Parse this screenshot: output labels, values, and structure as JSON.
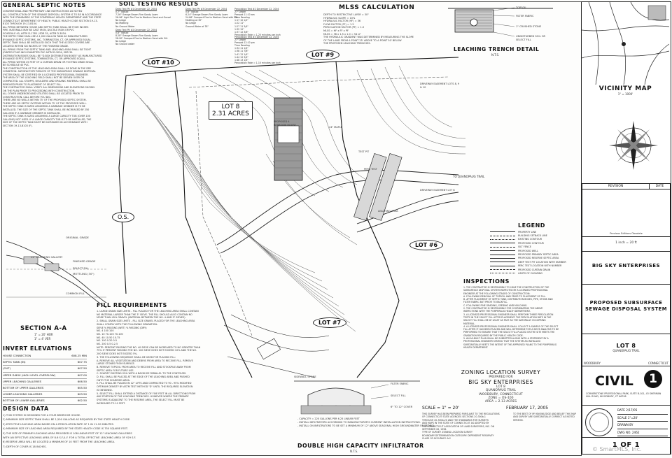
{
  "general_notes": {
    "title": "GENERAL SEPTIC NOTES",
    "lines": [
      "CONVENTIONAL AND PROPRIETARY LINE INSTRUCTIONS AS NOTED",
      "ALL CONSTRUCTION OF THE SEWAGE DISPOSAL SYSTEM IS TO BE IN ACCORDANCE",
      "WITH THE STANDARDS OF THE POMPERAUG HEALTH DEPARTMENT AND THE STATE",
      "CONNECTICUT DEPARTMENT OF HEALTH, PUBLIC HEALTH CODE SECTION 19-13-",
      "B103 THROUGH 19-13-B104.",
      "ALL PIPING BETWEEN HOUSE AND SEPTIC TANK SHALL BE FOUR INCHES",
      "PIPE. MATERIALS MAY BE CAST IRON, DUCTILE IRON OR PVC",
      "SCHEDULE 40, ASTM D-1785 / SDR 35, ASTM D-3034.",
      "THE SEPTIC TANK SHALL BE A 1,000 GALLON TANK AS MANUFACTURED",
      "BY NANCE SEPTIC SYSTEMS, INC. TORRINGTON, CT, OR APPROVED EQUAL.",
      "SEPTIC TANK SHALL BE INSTALLED SUCH THAT THE ACCESS COVERS ARE",
      "LOCATED WITHIN SIX INCHES OF THE FINISHED GRADE.",
      "ALL PIPING FROM THE SEPTIC TANK AND LEACHING AREA SHALL BE TIGHT",
      "JOINTED FOUR INCH DIAMETER PVC ASTM D-3034, SDR 35.",
      "DISTRIBUTION BOXES SHALL BE \"D-BOX DISTRIBUTION BOXES\" AS MANUFACTURED",
      "BY NANCE SEPTIC SYSTEMS, TORRINGTON, CT, OR APPROVED EQUAL.",
      "ALL PIPING WITHIN 25 FEET OF A CURTAIN DRAIN OR FOOTING DRAIN SHALL",
      "BE SCHEDULE 40 PVC.",
      "THE CONSTRUCTION OF THE LEACHING AREA SHALL BE DONE IN THE DRY",
      "CONDITION. SATISFACTORY RESULTS OF THE SUBSURFACE SEWAGE DISPOSAL",
      "SYSTEM SHALL BE CERTIFIED BY A LICENSED PROFESSIONAL ENGINEER.",
      "THE AREA OF THE LEACHING FIELD SHALL NOT BE DRIVEN OVER OR",
      "COMPACTED. ALL STUMPS, BOULDERS AND ORGANIC MATERIAL SHALL BE",
      "REMOVED PRIOR TO PLACEMENT OF SELECT FILL.",
      "THE CONTRACTOR SHALL VERIFY ALL DIMENSIONS AND ELEVATIONS SHOWN",
      "ON THE PLAN PRIOR TO PROCEEDING WITH CONSTRUCTION.",
      "ALL OTHER UNDERGROUND UTILITIES SHALL BE LOCATED PRIOR TO",
      "CONSTRUCTION. CALL BEFORE YOU DIG.",
      "THERE ARE NO WELLS WITHIN 75' OF THE PROPOSED SEPTIC SYSTEM.",
      "THERE ARE NO SEPTIC SYSTEMS WITHIN 75' OF THE PROPOSED WELL.",
      "THE SEPTIC TANK IS SIZED ASSUMING A GARBAGE GRINDER IS TO BE",
      "INSTALLED. THE SIZE OF THE SEPTIC TANK SHALL BE INCREASED BY 250",
      "GALLONS IF A GARBAGE GRINDER IS INSTALLED.",
      "THE SEPTIC TANK IS SIZED ASSUMING A LARGE CAPACITY TUB (OVER 100",
      "GALLONS) NOT USED. IF A LARGE CAPACITY TUB IS TO BE INSTALLED, THE",
      "SIZE OF THE SEPTIC TANK MUST BE INCREASED IN ACCORDANCE WITH",
      "SECTION 19-13-B103 (F)."
    ]
  },
  "soil_testing": {
    "title": "SOIL TESTING RESULTS",
    "tests": [
      {
        "head": "Deep Test Pit #1 December 22, 2004",
        "rows": [
          "0-7\" Topsoil",
          "7-26\" Orange Brown Fine Sandy Loam",
          "26-96\" Light Tan Fine to Medium Sand and Gravel",
          "No Ledge",
          "No Mottling",
          "No Ground Water"
        ]
      },
      {
        "head": "Deep Test Pit #2 December 22, 2004",
        "rows": [
          "0-8\" Topsoil",
          "8-28\" Orange Brown Fine Sandy Loam",
          "28-90\" Compact Fine to Medium Sand with Silt",
          "No Ledge",
          "No Ground water"
        ]
      },
      {
        "head": "Deep Test Pit #3 December 22, 2004",
        "rows": [
          "0-6\" Topsoil",
          "6-24\" Orange Brown Fine Sandy Loam",
          "24-86\" Compact Fine to Medium Sand with Silt",
          "Mottling at 30\"",
          "No Ledge",
          "Ground Water at 78\""
        ]
      },
      {
        "head": "Percolation Test #2 December 22, 2004",
        "rows": [
          "27\" Depth",
          "Presoak 11:10 am",
          "Time  Reading",
          "1:17  10 1/2\"",
          "1:22  11\"",
          "1:27  11 3/4\"",
          "1:32  12\"",
          "1:37  12 3/8\"",
          "Percolation Rate = 1-20 minutes per inch"
        ]
      },
      {
        "head": "Percolation Test #3 December 22, 2004",
        "rows": [
          "27\" Depth",
          "Presoak 12:10 pm",
          "Time  Reading",
          "1:34  11 1/4\"",
          "1:38  11 7/8\"",
          "1:41  12 1/4\"",
          "1:44  12 3/4\"",
          "1:48  13 1/4\"",
          "Percolation Rate = 1-10 minutes per inch"
        ]
      }
    ]
  },
  "mlss": {
    "title": "MLSS CALCULATION",
    "lines": [
      "DEPTH TO RESTRICTIVE LAYER = 30\"",
      "HYDRAULIC SLOPE = 10%",
      "HYDRAULIC FACTOR (HF) = 36",
      "FLOW FACTOR (FF) = 1.5",
      "PERCOLATION FACTOR (PF) = 1.0",
      "MLSS = HF x FF x PF",
      "MLSS = 36 x 1.5 x 1.0 = 54 LF",
      "THE HYDRAULIC GRADIENT WAS DETERMINED BY MEASURING THE SLOPE",
      "OF THE LAND FROM A POINT 25' ABOVE TO A POINT 50' BELOW",
      "THE PROPOSED LEACHING TRENCHES."
    ]
  },
  "leaching_detail": {
    "title": "LEACHING TRENCH DETAIL",
    "scale": "N.T.S.",
    "callouts": [
      "TOPSOIL",
      "FILTER FABRIC",
      "1\" CRUSHED STONE",
      "UNDISTURBED SOIL OR SELECT FILL"
    ]
  },
  "vicinity": {
    "title": "VICINITY MAP",
    "scale": "1\" = 1000'"
  },
  "revision": {
    "col1": "REVISION",
    "col2": "DATE",
    "note": "Previous Editions Obsolete"
  },
  "title_block": {
    "scale": "1 inch = 20 ft",
    "client": "BIG SKY ENTERPRISES",
    "project": "PROPOSED SUBSURFACE SEWAGE DISPOSAL SYSTEM",
    "lot": "LOT 8",
    "road": "QUANOPAUG TRAIL",
    "town": "WOODBURY",
    "state": "CONNECTICUT",
    "company": "CIVIL",
    "company_num": "1",
    "company_addr": "CORNERSTONE PROFESSIONAL PARK, SUITE B-101, 43 SHERMAN HILL ROAD, WOODBURY, CT 06798",
    "sheet_num": "1 OF 1",
    "fields": [
      "DATE 2/17/05",
      "SCALE 1\"=20'",
      "DRAWN BY",
      "DWG NO. 2462"
    ]
  },
  "plan": {
    "lots": [
      "LOT #10",
      "LOT #9",
      "LOT #6",
      "LOT #7"
    ],
    "lot8_name": "LOT 8",
    "lot8_area": "2.31 ACRES",
    "os": "O.S.",
    "road_label": "TO QUANOPAUG TRAIL",
    "house": "PROPOSED 4 BEDROOM HOUSE",
    "notes": [
      "DRIVEWAY EASEMENT LOTS 8, 9 & 10",
      "24\" MAPLE",
      "TEST PIT",
      "PERC TEST",
      "LEACHING AREA",
      "DRIVEWAY EASEMENT LOT 8"
    ]
  },
  "legend": {
    "title": "LEGEND",
    "items": [
      "PROPERTY LINE",
      "BUILDING SETBACK LINE",
      "EXISTING CONTOUR",
      "PROPOSED CONTOUR",
      "SILT FENCE",
      "PROPOSED WELL",
      "PROPOSED PRIMARY SEPTIC AREA",
      "PROPOSED RESERVE SEPTIC AREA",
      "DEEP TEST PIT LOCATION WITH NUMBER",
      "PERC TEST LOCATION WITH NUMBER",
      "PROPOSED CURTAIN DRAIN",
      "LIMITS OF CLEARING"
    ]
  },
  "inspections": {
    "title": "INSPECTIONS",
    "lines": [
      "1. THE CONTRACTOR IS RESPONSIBLE TO HAVE THE CONSTRUCTION OF THE",
      "SUBSURFACE DISPOSAL SYSTEM INSPECTED BY A LICENSED PROFESSIONAL",
      "ENGINEER AT THE FOLLOWING STAGES OF CONSTRUCTION:",
      "  A. FOLLOWING REMOVAL OF TOPSOIL AND PRIOR TO PLACEMENT OF FILL.",
      "  B. AFTER PLACEMENT OF SEPTIC TANK, DISTRIBUTION BOXES, PIPE, STONE AND",
      "  FILTER FABRIC BUT PRIOR TO BACKFILL.",
      "  C. FOLLOWING FINE GRADING, SEEDING AND MULCHING.",
      "2. THE CONTRACTOR IS RESPONSIBLE FOR COORDINATING THE ABOVE",
      "INSPECTIONS WITH THE POMPERAUG HEALTH DEPARTMENT.",
      "3. A LICENSED PROFESSIONAL ENGINEER SHALL PERFORM THREE PERCOLATION",
      "TESTS IN THE SELECT FILL AFTER PLACEMENT. THE PERCOLATION RATE IN THE",
      "SELECT FILL SHALL BE AT LEAST AS FAST AS THE NATURALLY OCCURRING",
      "MATERIAL.",
      "4. A LICENSED PROFESSIONAL ENGINEER SHALL COLLECT A SAMPLE OF THE SELECT",
      "FILL AFTER IT HAS BEEN PLACED AND WILL DETERMINE FOR A SIEVE ANALYSIS TO BE",
      "PERFORMED TO ENSURE THAT THE SELECT FILL PLACED ON THE SITE MEETS THE",
      "GRADATION REQUIRED BY THE PUBLIC HEALTH CODE.",
      "5. AN AS-BUILT PLAN SHALL BE SUBMITTED ALONG WITH A STATEMENT BY A",
      "PROFESSIONAL ENGINEER STATING THAT THE SYSTEM AS INSTALLED",
      "SUBSTANTIALLY MEETS THE INTENT OF THE APPROVED PLANS TO THE POMPERAUG",
      "HEALTH DEPARTMENT."
    ]
  },
  "fill": {
    "title": "FILL REQUIREMENTS",
    "lines": [
      "1. LARGE GRAIN SIZE LIMITS - FILL PLACED FOR THE LEACHING AREA SHALL CONTAIN",
      "NO MATERIAL LARGER THAN THE 3\" SIEVE. THE FILL SHOULD ALSO CONTAIN NO",
      "MORE THAN 45% GRAVEL (MATERIAL BETWEEN THE NO. 4 AND 3\" SIEVES).",
      "2. SMALL GRAIN SIZE LIMITS - FILL SIZE GRAVEL PLACED FOR THE LEACHING AREA",
      "SHALL COMPLY WITH THE FOLLOWING GRADATION:",
      "SIEVE   % PASSING (WET)   % PASSING (DRY)",
      "NO. 4     100          100",
      "NO. 10    70-100       70-100",
      "NO. 40    10-50        10-75",
      "NO. 100   0-20         0-5",
      "NO. 200   0-5          0-2.5",
      "NOTE: PERCENT PASSING THE NO. 40 SIEVE CAN BE INCREASED TO NO GREATER THAN",
      "75% IF PERCENT PASSING THE NO. 100 SIEVE DOES NOT EXCEED 10% AND THE NO.",
      "200 SIEVE DOES NOT EXCEED 5%.",
      "3. THE FOLLOWING SEQUENCE SHALL BE USED FOR PLACING FILL:",
      "A. REMOVE ALL VEGETATION AND DEBRIS FROM AREA TO RECEIVE FILL. REMOVE",
      "LARGE STONES FROM SURFACE.",
      "B. REMOVE TOPSOIL FROM AREA TO RECEIVE FILL AND STOCKPILE AWAY FROM",
      "SEPTIC AREA FOR FUTURE USE.",
      "C. SCARIFY EXISTING SOIL WITH A BACKHOE PARALLEL TO THE CONTOURS.",
      "D. FILL SHALL BE PLACED AT THE EDGE OF THE LEACHING AREA AND PUSHED",
      "ONTO THE SCARIFIED AREA.",
      "E. FILL SHALL BE PLACED IN 12\" LIFTS AND COMPACTED TO 90 - 95% MODIFIED",
      "OPTIMUM DENSITY BY ASTM TEST METHOD \"D\" UNTIL THE REQUIRED ELEVATION",
      "IS OBTAINED.",
      "5. SELECT FILL SHALL EXTEND A DISTANCE OF FIVE FEET IN ALL DIRECTIONS FROM",
      "ANY PORTION OF THE LEACHING TRENCHES. HOWEVER WHERE THE PRIMARY",
      "SYSTEMS IS ADJACENT TO THE RESERVE AREA, THE SELECT FILL MUST BE",
      "INCREASED TO 10 FEET."
    ]
  },
  "section": {
    "title": "SECTION A-A",
    "scale1": "1\" = 20' HOR",
    "scale2": "1\" = 4' VER",
    "labels": [
      "ORIGINAL GRADE",
      "12\" LEACHING GALLERY",
      "FINISHED GRADE",
      "SELECT FILL",
      "MOTTLING (30\")",
      "COMMON FILL"
    ]
  },
  "invert": {
    "title": "INVERT ELEVATIONS",
    "rows": [
      [
        "HOUSE CONNECTION",
        "608.25 MIN"
      ],
      [
        "SEPTIC TANK (IN)",
        "607.75"
      ],
      [
        "(OUT)",
        "607.50"
      ],
      [
        "UPPER D-BOX (HIGH LEVEL OVERFLOW)",
        "607.00"
      ],
      [
        "UPPER LEACHING GALLERIES",
        "606.50"
      ],
      [
        "BOTTOM OF UPPER GALLERIES",
        "605.50"
      ],
      [
        "LOWER LEACHING GALLERIES",
        "603.50"
      ],
      [
        "BOTTOM OF LOWER GALLERIES",
        "602.50"
      ]
    ]
  },
  "design": {
    "title": "DESIGN DATA",
    "lines": [
      "1) THIS SYSTEM IS DESIGNED FOR A FOUR BEDROOM HOUSE.",
      "2) MINIMUM SIZE SEPTIC TANK SHALL BE 1,500 GALLONS AS REQUIRED BY THE STATE HEALTH CODE.",
      "3) EFFECTIVE LEACHING AREA BASED ON A PERCOLATION RATE OF 1 IN 11-20 MINUTES.",
      "4) MINIMUM SIZE OF LEACHING AREA REQUIRED BY THE STATE HEALTH CODE IS 750 SQUARE FEET.",
      "5) THE SIZE OF PRIMARY LEACHING AREA PROVIDED IS 108 LINEAR FEET OF 12\" LEACHING GALLERIES",
      "WITH AN EFFECTIVE LEACHING AREA OF 8.6 S.F./L.F. FOR A TOTAL EFFECTIVE LEACHING AREA OF 929 S.F.",
      "6) RESERVE AREA WILL BE LOCATED A MINIMUM OF 10 FEET FROM THE LEACHING AREA.",
      "7) DEPTH OF COVER IS 18 INCHES."
    ]
  },
  "infiltrator": {
    "title": "DOUBLE HIGH CAPACITY INFILTRATOR",
    "scale": "N.T.S.",
    "notes": [
      "- CAPACITY = 220 GALLONS PER 6.25 LINEAR FEET",
      "- INSTALL INFILTRATORS ACCORDING TO MANUFACTURER'S CURRENT INSTALLATION INSTRUCTIONS.",
      "- INSTALL ON INFILTRATORS TO BE SET A MINIMUM OF 12\" ABOVE SEASONAL HIGH GROUNDWATER OR BEDROCK ELEVATION."
    ],
    "callouts": [
      "FILTER FABRIC",
      "SELECT FILL",
      "SIDEWALL STONE",
      "6\" TO 12\" COVER"
    ]
  },
  "zoning": {
    "title": "ZONING LOCATION SURVEY",
    "prepared": "PREPARED FOR",
    "client": "BIG SKY ENTERPRISES",
    "lot": "LOT 8",
    "road": "QUANOPAUG TRAIL",
    "town": "WOODBURY, CONNECTICUT",
    "zone": "ZONE = OS-100",
    "area": "AREA = 2.13 ACRES",
    "scale": "SCALE = 1\" = 20'",
    "date": "FEBRUARY 17, 2005",
    "notes": [
      "THIS SURVEY HAS BEEN PREPARED PURSUANT TO THE REGULATIONS",
      "OF CONNECTICUT STATE AGENCIES SECTIONS 20-300b-1",
      "THROUGH 20-300b-20 AND THE STANDARDS FOR SURVEYS",
      "AND MAPS IN THE STATE OF CONNECTICUT AS ADOPTED BY",
      "THE CONNECTICUT ASSOCIATION OF LAND SURVEYORS, INC. ON",
      "SEPTEMBER 26, 1996.",
      "TYPE OF SURVEY: ZONING LOCATION SURVEY",
      "BOUNDARY DETERMINATION CATEGORY: DEPENDENT RESURVEY",
      "CLASS OF ACCURACY: A-2"
    ],
    "signature": "TO THE BEST OF MY KNOWLEDGE AND BELIEF THIS MAP AND SURVEY ARE SUBSTANTIALLY CORRECT AS NOTED HEREON."
  },
  "watermark": "© SmartMLS, Inc."
}
